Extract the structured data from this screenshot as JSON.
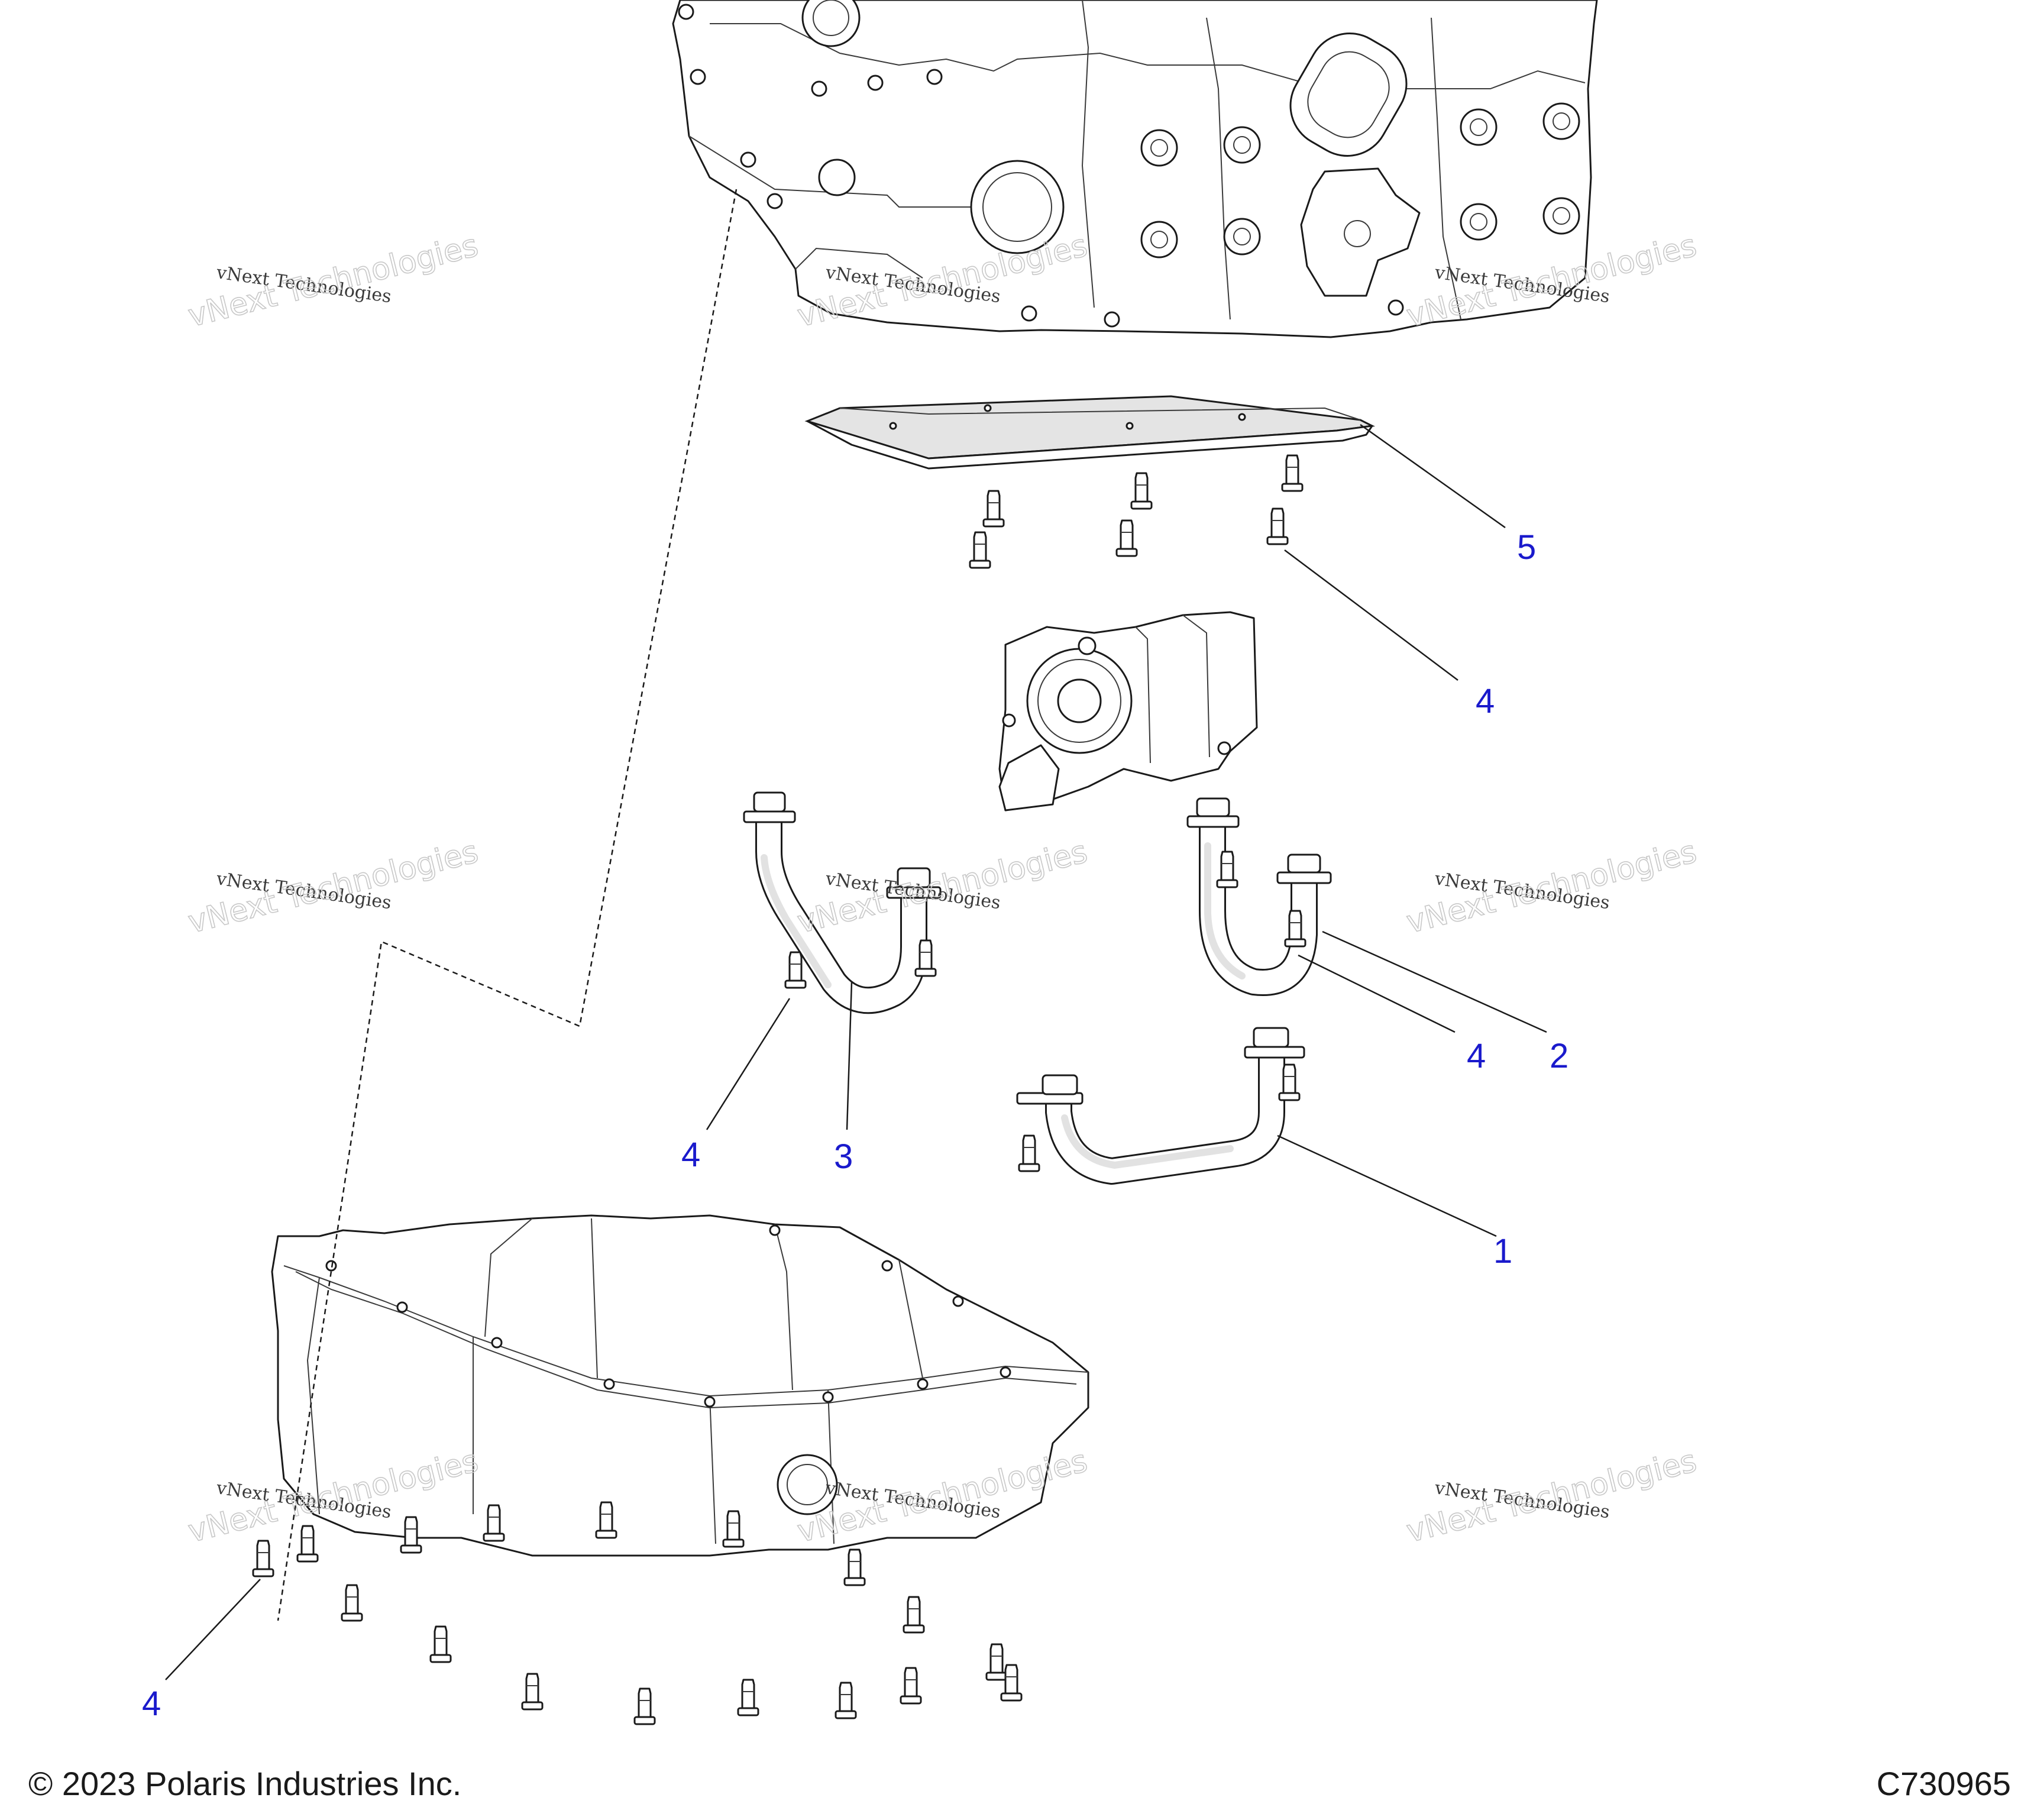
{
  "callouts": {
    "tube_1": "1",
    "tube_2": "2",
    "tube_3": "3",
    "bolt_4_a": "4",
    "bolt_4_b": "4",
    "bolt_4_c": "4",
    "bolt_4_d": "4",
    "baffle_5": "5"
  },
  "watermark": {
    "line1": "vNext Technologies",
    "line2": "vNext Technologies"
  },
  "footer": {
    "copyright": "© 2023 Polaris Industries Inc.",
    "drawing_number": "C730965"
  },
  "colors": {
    "callout": "#1a1acc",
    "line": "#1a1a1a"
  }
}
